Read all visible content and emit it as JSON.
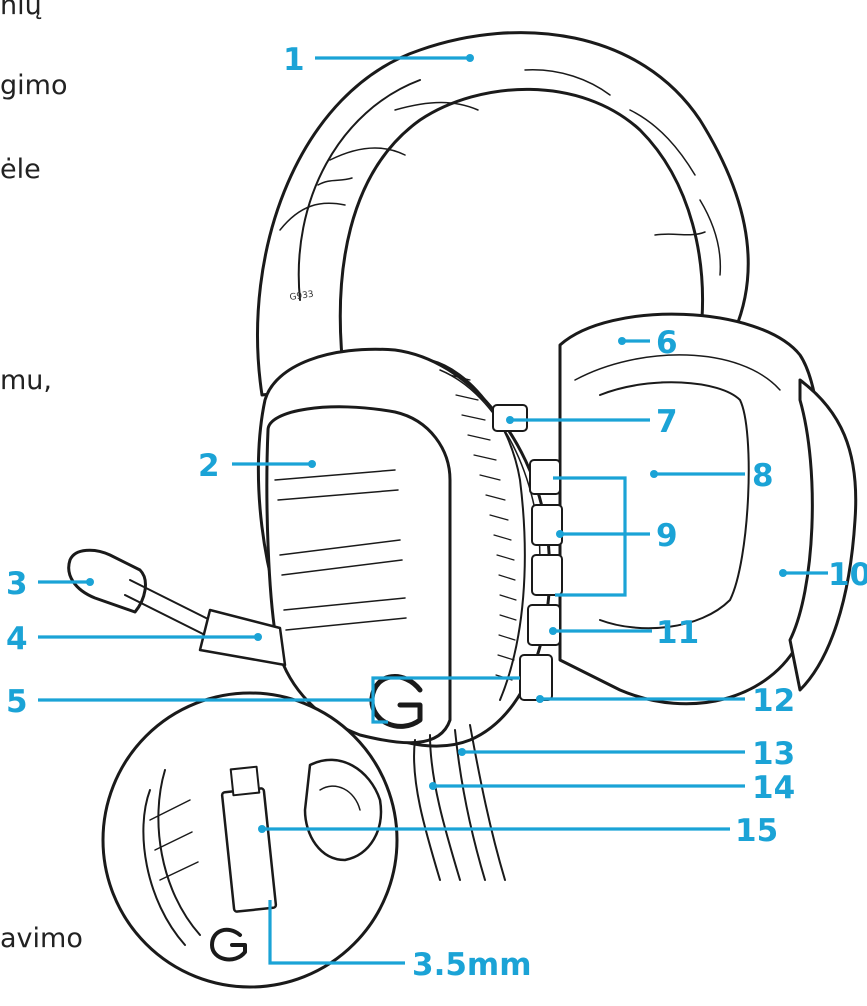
{
  "side_text": [
    "nių",
    "gimo",
    "ėle",
    "mu,",
    "avimo"
  ],
  "headset_model_label": "G933",
  "callouts": [
    "1",
    "2",
    "3",
    "4",
    "5",
    "6",
    "7",
    "8",
    "9",
    "10",
    "11",
    "12",
    "13",
    "14",
    "15"
  ],
  "jack_label": "3.5mm",
  "colors": {
    "accent": "#1ba3d6",
    "ink": "#1a1a1a",
    "background": "#ffffff"
  }
}
